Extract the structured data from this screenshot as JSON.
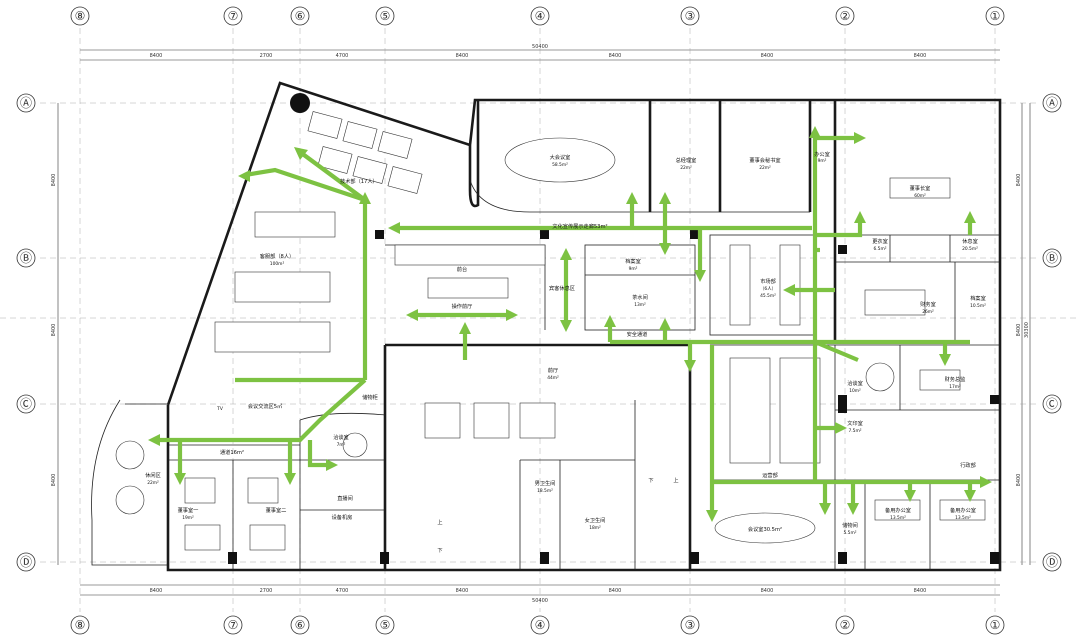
{
  "grid": {
    "columns": [
      "⑧",
      "⑦",
      "⑥",
      "⑤",
      "④",
      "③",
      "②",
      "①"
    ],
    "rows": [
      "Ⓐ",
      "Ⓑ",
      "Ⓒ",
      "Ⓓ"
    ]
  },
  "dimensions": {
    "top": [
      "8400",
      "2700",
      "4700",
      "8400",
      "8400",
      "8400",
      "8400"
    ],
    "top_total": "50400",
    "bottom": [
      "8400",
      "2700",
      "4700",
      "8400",
      "8400",
      "8400",
      "8400"
    ],
    "bottom_total": "50400",
    "side": [
      "8400",
      "8400",
      "8400"
    ],
    "side_total": "30300"
  },
  "rooms": {
    "tech": "技术部（17人）",
    "big_meeting": "大会议室",
    "big_meeting_area": "58.5m²",
    "gm": "总经理室",
    "gm_area": "22m²",
    "secretary": "董事会秘书室",
    "secretary_area": "22m²",
    "chairman": "董事长室",
    "chairman_area": "60m²",
    "office_top": "办公室",
    "office_top_area": "9m²",
    "corridor": "文化宣传展示走廊53m²",
    "sales": "客服部（8人）",
    "sales_area": "100m²",
    "front_desk": "前台",
    "operation": "操作前厅",
    "reception_area": "宾客休息区",
    "archive": "档案室",
    "archive_area": "9m²",
    "pantry": "茶水间",
    "pantry_area": "13m²",
    "safety": "安全通道",
    "market": "市场部",
    "market_sub": "（6人）",
    "market_area": "45.5m²",
    "dressing": "更衣室",
    "dressing_area": "6.5m²",
    "rest": "休息室",
    "rest_area": "20.5m²",
    "finance": "财务室",
    "finance_area": "26m²",
    "cashier": "档案室",
    "cashier_area": "10.5m²",
    "lobby": "前厅",
    "lobby_area": "44m²",
    "meeting_mid": "会议交流区5㎡",
    "cabinet": "储物柜",
    "lounge": "休闲区",
    "lounge_area": "22m²",
    "aisle": "通道16m²",
    "director1": "董事室一",
    "director1_area": "19m²",
    "director2": "董事室二",
    "director2_area": "",
    "tea_room": "洽谈室",
    "tea_room_area": "7m²",
    "elevator_room": "直播间",
    "equipment": "设备机房",
    "male_wc": "男卫生间",
    "male_wc_area": "18.5m²",
    "female_wc": "女卫生间",
    "female_wc_area": "18m²",
    "negotiation": "洽谈室",
    "negotiation_area": "10m²",
    "finance_director": "财务总监",
    "finance_director_area": "17m²",
    "print": "文印室",
    "print_area": "7.5m²",
    "admin": "行政部",
    "business": "运营部",
    "conf_small": "会议室30.5m²",
    "storage": "储物间",
    "storage_area": "5.5m²",
    "backup1": "备用办公室",
    "backup1_area": "13.5m²",
    "backup2": "备用办公室",
    "backup2_area": "13.5m²",
    "stair_up": "上",
    "stair_down": "下",
    "tv": "TV"
  },
  "colors": {
    "arrow": "#7dc242",
    "wall": "#1a1a1a",
    "line": "#222222",
    "axis": "#333333"
  }
}
